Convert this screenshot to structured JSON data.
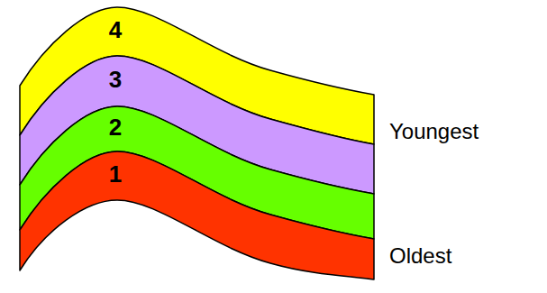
{
  "diagram": {
    "nodes": [
      {
        "text": [
          "4"
        ]
      },
      {
        "text": [
          "3"
        ]
      },
      {
        "text": [
          "2"
        ]
      },
      {
        "text": [
          "1"
        ]
      }
    ],
    "labels": [
      "Youngest",
      "Oldest"
    ]
  }
}
